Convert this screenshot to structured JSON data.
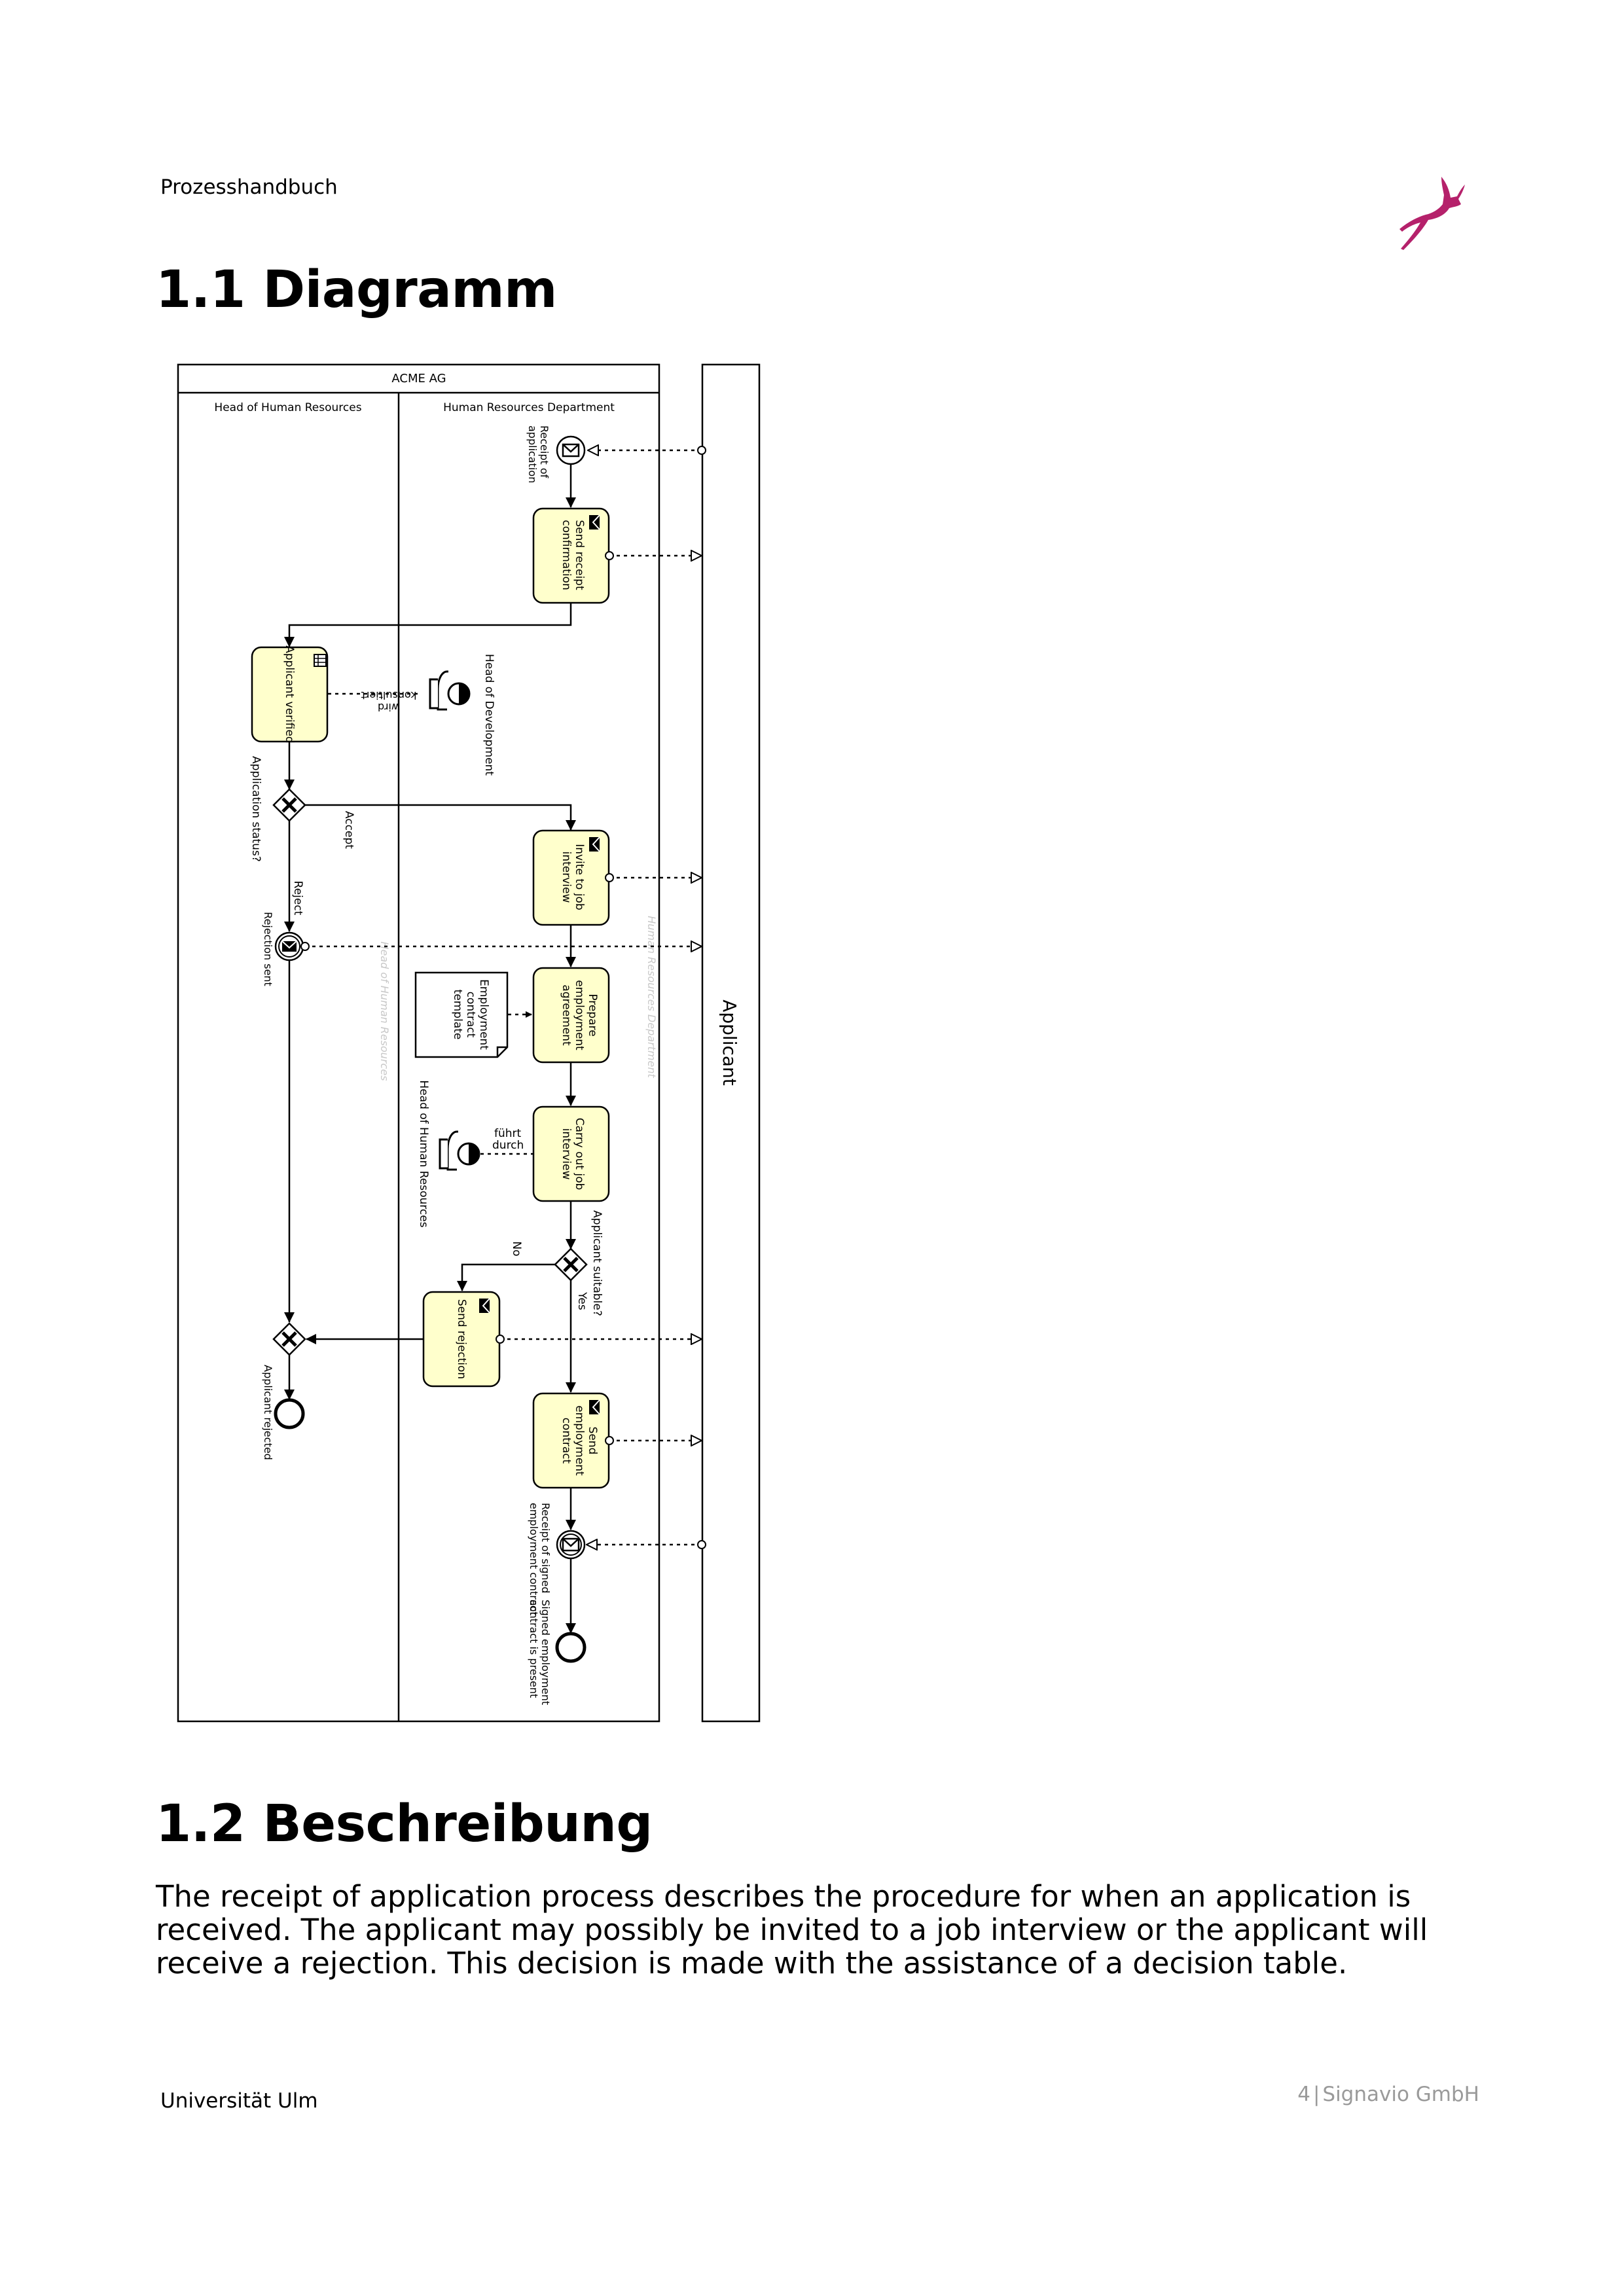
{
  "header": {
    "left_text": "Prozesshandbuch",
    "logo_icon": "antelope-logo-icon",
    "logo_color": "#b5216b"
  },
  "section1": {
    "title": "1.1 Diagramm"
  },
  "diagram": {
    "pool": "ACME AG",
    "lane_hr_head": "Head of Human Resources",
    "lane_hr_dept": "Human Resources Department",
    "external_pool": "Applicant",
    "receipt_event": [
      "Receipt of",
      "application"
    ],
    "task_send_receipt": [
      "Send receipt",
      "confirmation"
    ],
    "task_verified": "Applicant verified",
    "head_dev": "Head of Development",
    "consulted": [
      "wird",
      "konsultiert"
    ],
    "gateway_status": "Application status?",
    "accept": "Accept",
    "reject": "Reject",
    "rejection_sent": "Rejection sent",
    "task_invite": [
      "Invite to job",
      "interview"
    ],
    "task_prepare": [
      "Prepare",
      "employment",
      "agreement"
    ],
    "doc_template": [
      "Employment",
      "contract",
      "template"
    ],
    "group_left": "Head of Human Resources",
    "group_right": "Human Resources Department",
    "task_interview": [
      "Carry out job",
      "interview"
    ],
    "conducts": [
      "führt",
      "durch"
    ],
    "head_hr_person": "Head of Human Resources",
    "gateway_suitable": "Applicant suitable?",
    "no": "No",
    "yes": "Yes",
    "task_send_rejection": "Send rejection",
    "applicant_rejected": "Applicant rejected",
    "task_send_contract": [
      "Send",
      "employment",
      "contract"
    ],
    "receipt_signed": [
      "Receipt of signed",
      "employment contract"
    ],
    "end_signed": [
      "Signed employment",
      "contract is present"
    ]
  },
  "section2": {
    "title": "1.2 Beschreibung",
    "text": "The receipt of application process describes the procedure for when an application is received. The applicant may possibly be invited to a job interview or the applicant will receive a rejection. This decision is made with the assistance of a decision table."
  },
  "footer": {
    "left_text": "Universität Ulm",
    "page_number": "4",
    "company": "Signavio GmbH"
  }
}
